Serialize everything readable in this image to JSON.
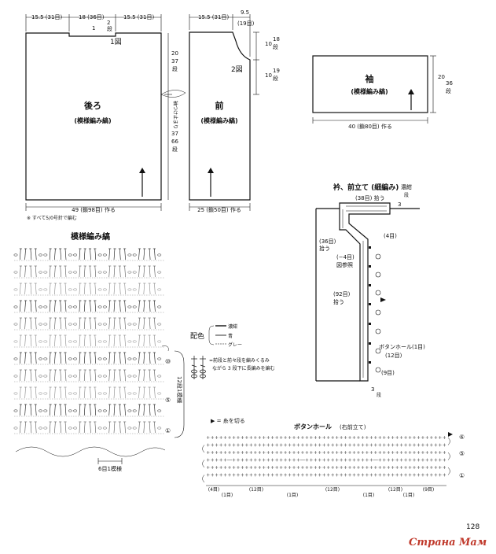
{
  "back": {
    "title": "後ろ",
    "pattern": "(模様編み縞)",
    "fig": "1図",
    "top_left": "15.5 (31目)",
    "top_mid": "18 (36目)",
    "top_right": "15.5 (31目)",
    "neck_small": "1",
    "neck_rows": "2",
    "neck_rows_unit": "段",
    "bottom": "49 (鎖98目) 作る",
    "left_rows": "20",
    "left_rows2": "37",
    "left_rows_unit": "段",
    "left_lower": "37",
    "left_lower2": "66",
    "left_lower_unit": "段",
    "sleeve_mark": "袖つけ止まり"
  },
  "note": "※ すべて5/0号針で編む",
  "front": {
    "title": "前",
    "pattern": "(模様編み縞)",
    "fig": "2図",
    "top_left": "15.5 (31目)",
    "top_right": "9.5",
    "top_right2": "(19目)",
    "right_a": "10",
    "right_a2": "18",
    "right_a_unit": "段",
    "right_b": "10",
    "right_b2": "19",
    "right_b_unit": "段",
    "bottom": "25 (鎖50目) 作る"
  },
  "sleeve": {
    "title": "袖",
    "pattern": "(模様編み縞)",
    "right": "20",
    "right2": "36",
    "right_unit": "段",
    "bottom": "40 (鎖80目) 作る"
  },
  "collar": {
    "title": "衿、前立て (細編み)",
    "color": "濃紺",
    "pick_top": "(38目) 拾う",
    "rows3": "3",
    "rows3_unit": "段",
    "pick_36": "(36目)",
    "pick_36b": "拾う",
    "minus4": "(−4目)",
    "ref": "図参照",
    "pick_92": "(92目)",
    "pick_92b": "拾う",
    "four": "(4目)",
    "buttonhole": "ボタンホール(1目)",
    "twelve": "(12目)",
    "nine": "(9目)",
    "bottom_rows": "3",
    "bottom_rows_unit": "段"
  },
  "stitch_chart": {
    "title": "模様編み縞",
    "repeat": "6目1模様",
    "rows_label": "12段1模様",
    "row_marks": [
      "⑩",
      "⑤",
      "①"
    ]
  },
  "colors": {
    "label": "配色",
    "items": [
      {
        "name": "濃紺",
        "hex": "#111111"
      },
      {
        "name": "青",
        "hex": "#555555"
      },
      {
        "name": "グレー",
        "hex": "#999999"
      }
    ]
  },
  "instruction": {
    "line1": "=前段と前々段を編みくるみ",
    "line2": "ながら 3 段下に長編みを編む"
  },
  "buttonhole_chart": {
    "cut_note": "▶ = 糸を切る",
    "title": "ボタンホール",
    "side": "(右前立て)",
    "row_marks": [
      "⑥",
      "⑤",
      "①"
    ],
    "counts": [
      "(4目)",
      "(1目)",
      "(12目)",
      "(1目)",
      "(12目)",
      "(1目)",
      "(12目)",
      "(1目)",
      "(9目)"
    ]
  },
  "page_number": "128",
  "watermark": "Страна Мам"
}
